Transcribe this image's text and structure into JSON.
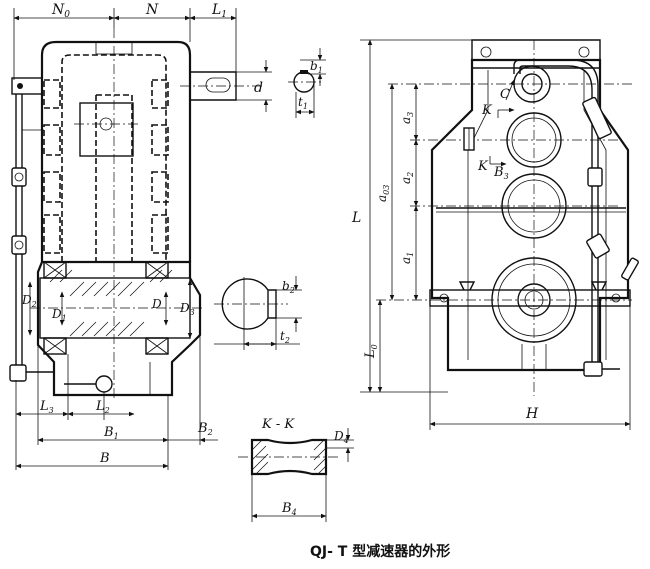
{
  "caption": "QJ- T 型减速器的外形",
  "section_title": "K - K",
  "labels": {
    "N0": "N",
    "N0_sub": "0",
    "N": "N",
    "L1": "L",
    "L1_sub": "1",
    "d": "d",
    "b1": "b",
    "b1_sub": "1",
    "t1": "t",
    "t1_sub": "1",
    "b2": "b",
    "b2_sub": "2",
    "t2": "t",
    "t2_sub": "2",
    "D2": "D",
    "D2_sub": "2",
    "D1": "D",
    "D1_sub": "1",
    "D": "D",
    "D3": "D",
    "D3_sub": "3",
    "L3": "L",
    "L3_sub": "3",
    "L2": "L",
    "L2_sub": "2",
    "B1": "B",
    "B1_sub": "1",
    "B2": "B",
    "B2_sub": "2",
    "B": "B",
    "D4": "D",
    "D4_sub": "4",
    "B4": "B",
    "B4_sub": "4",
    "L": "L",
    "L0": "L",
    "L0_sub": "0",
    "a03": "a",
    "a03_sub": "03",
    "a3": "a",
    "a3_sub": "3",
    "a2": "a",
    "a2_sub": "2",
    "a1": "a",
    "a1_sub": "1",
    "K_top": "K",
    "C": "C",
    "K_mid": "K",
    "B3": "B",
    "B3_sub": "3",
    "H": "H"
  }
}
